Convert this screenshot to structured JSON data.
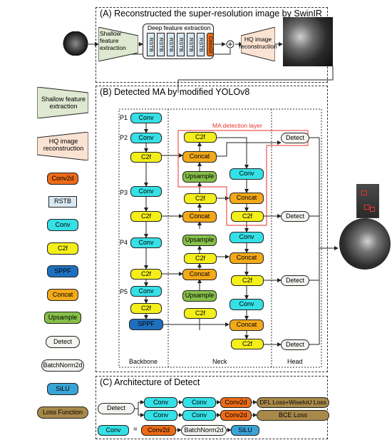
{
  "sections": {
    "a": "(A) Reconstructed the super-resolution image by SwinIR",
    "b": "(B) Detected MA by modified YOLOv8",
    "c": "(C) Architecture of Detect"
  },
  "swinir": {
    "shallow": "Shallow feature extraction",
    "deep_title": "Deep feature extraction",
    "rstb": "RSTB",
    "conv2d": "Conv2d",
    "hq": "HQ image reconstruction"
  },
  "legend": {
    "shallow": "Shallow feature extraction",
    "hq": "HQ image reconstruction",
    "conv2d": "Conv2d",
    "rstb": "RSTB",
    "conv": "Conv",
    "c2f": "C2f",
    "sppf": "SPPF",
    "concat": "Concat",
    "upsample": "Upsample",
    "detect": "Detect",
    "batchnorm": "BatchNorm2d",
    "silu": "SiLU",
    "loss": "Loss  Function"
  },
  "yolo": {
    "levels": [
      "P1",
      "P2",
      "P3",
      "P4",
      "P5"
    ],
    "conv": "Conv",
    "c2f": "C2f",
    "sppf": "SPPF",
    "concat": "Concat",
    "upsample": "Upsample",
    "detect": "Detect",
    "ma_layer": "MA detection layer",
    "backbone": "Backbone",
    "neck": "Neck",
    "head": "Head"
  },
  "detect_arch": {
    "detect": "Detect",
    "conv": "Conv",
    "conv2d": "Conv2d",
    "dfl_loss": "DFL Loss+WiseIoU Loss",
    "bce_loss": "BCE Loss",
    "batchnorm": "BatchNorm2d",
    "silu": "SiLU",
    "equals": "="
  },
  "colors": {
    "conv": "#35e0e6",
    "c2f": "#f4ef1a",
    "concat": "#f2a91a",
    "upsample": "#86c048",
    "sppf": "#1f6fbf",
    "conv2d": "#ec6b17",
    "rstb": "#d9e8f2",
    "silu": "#3aa4d6",
    "loss": "#a8894a",
    "ma_box": "#e8332a"
  }
}
